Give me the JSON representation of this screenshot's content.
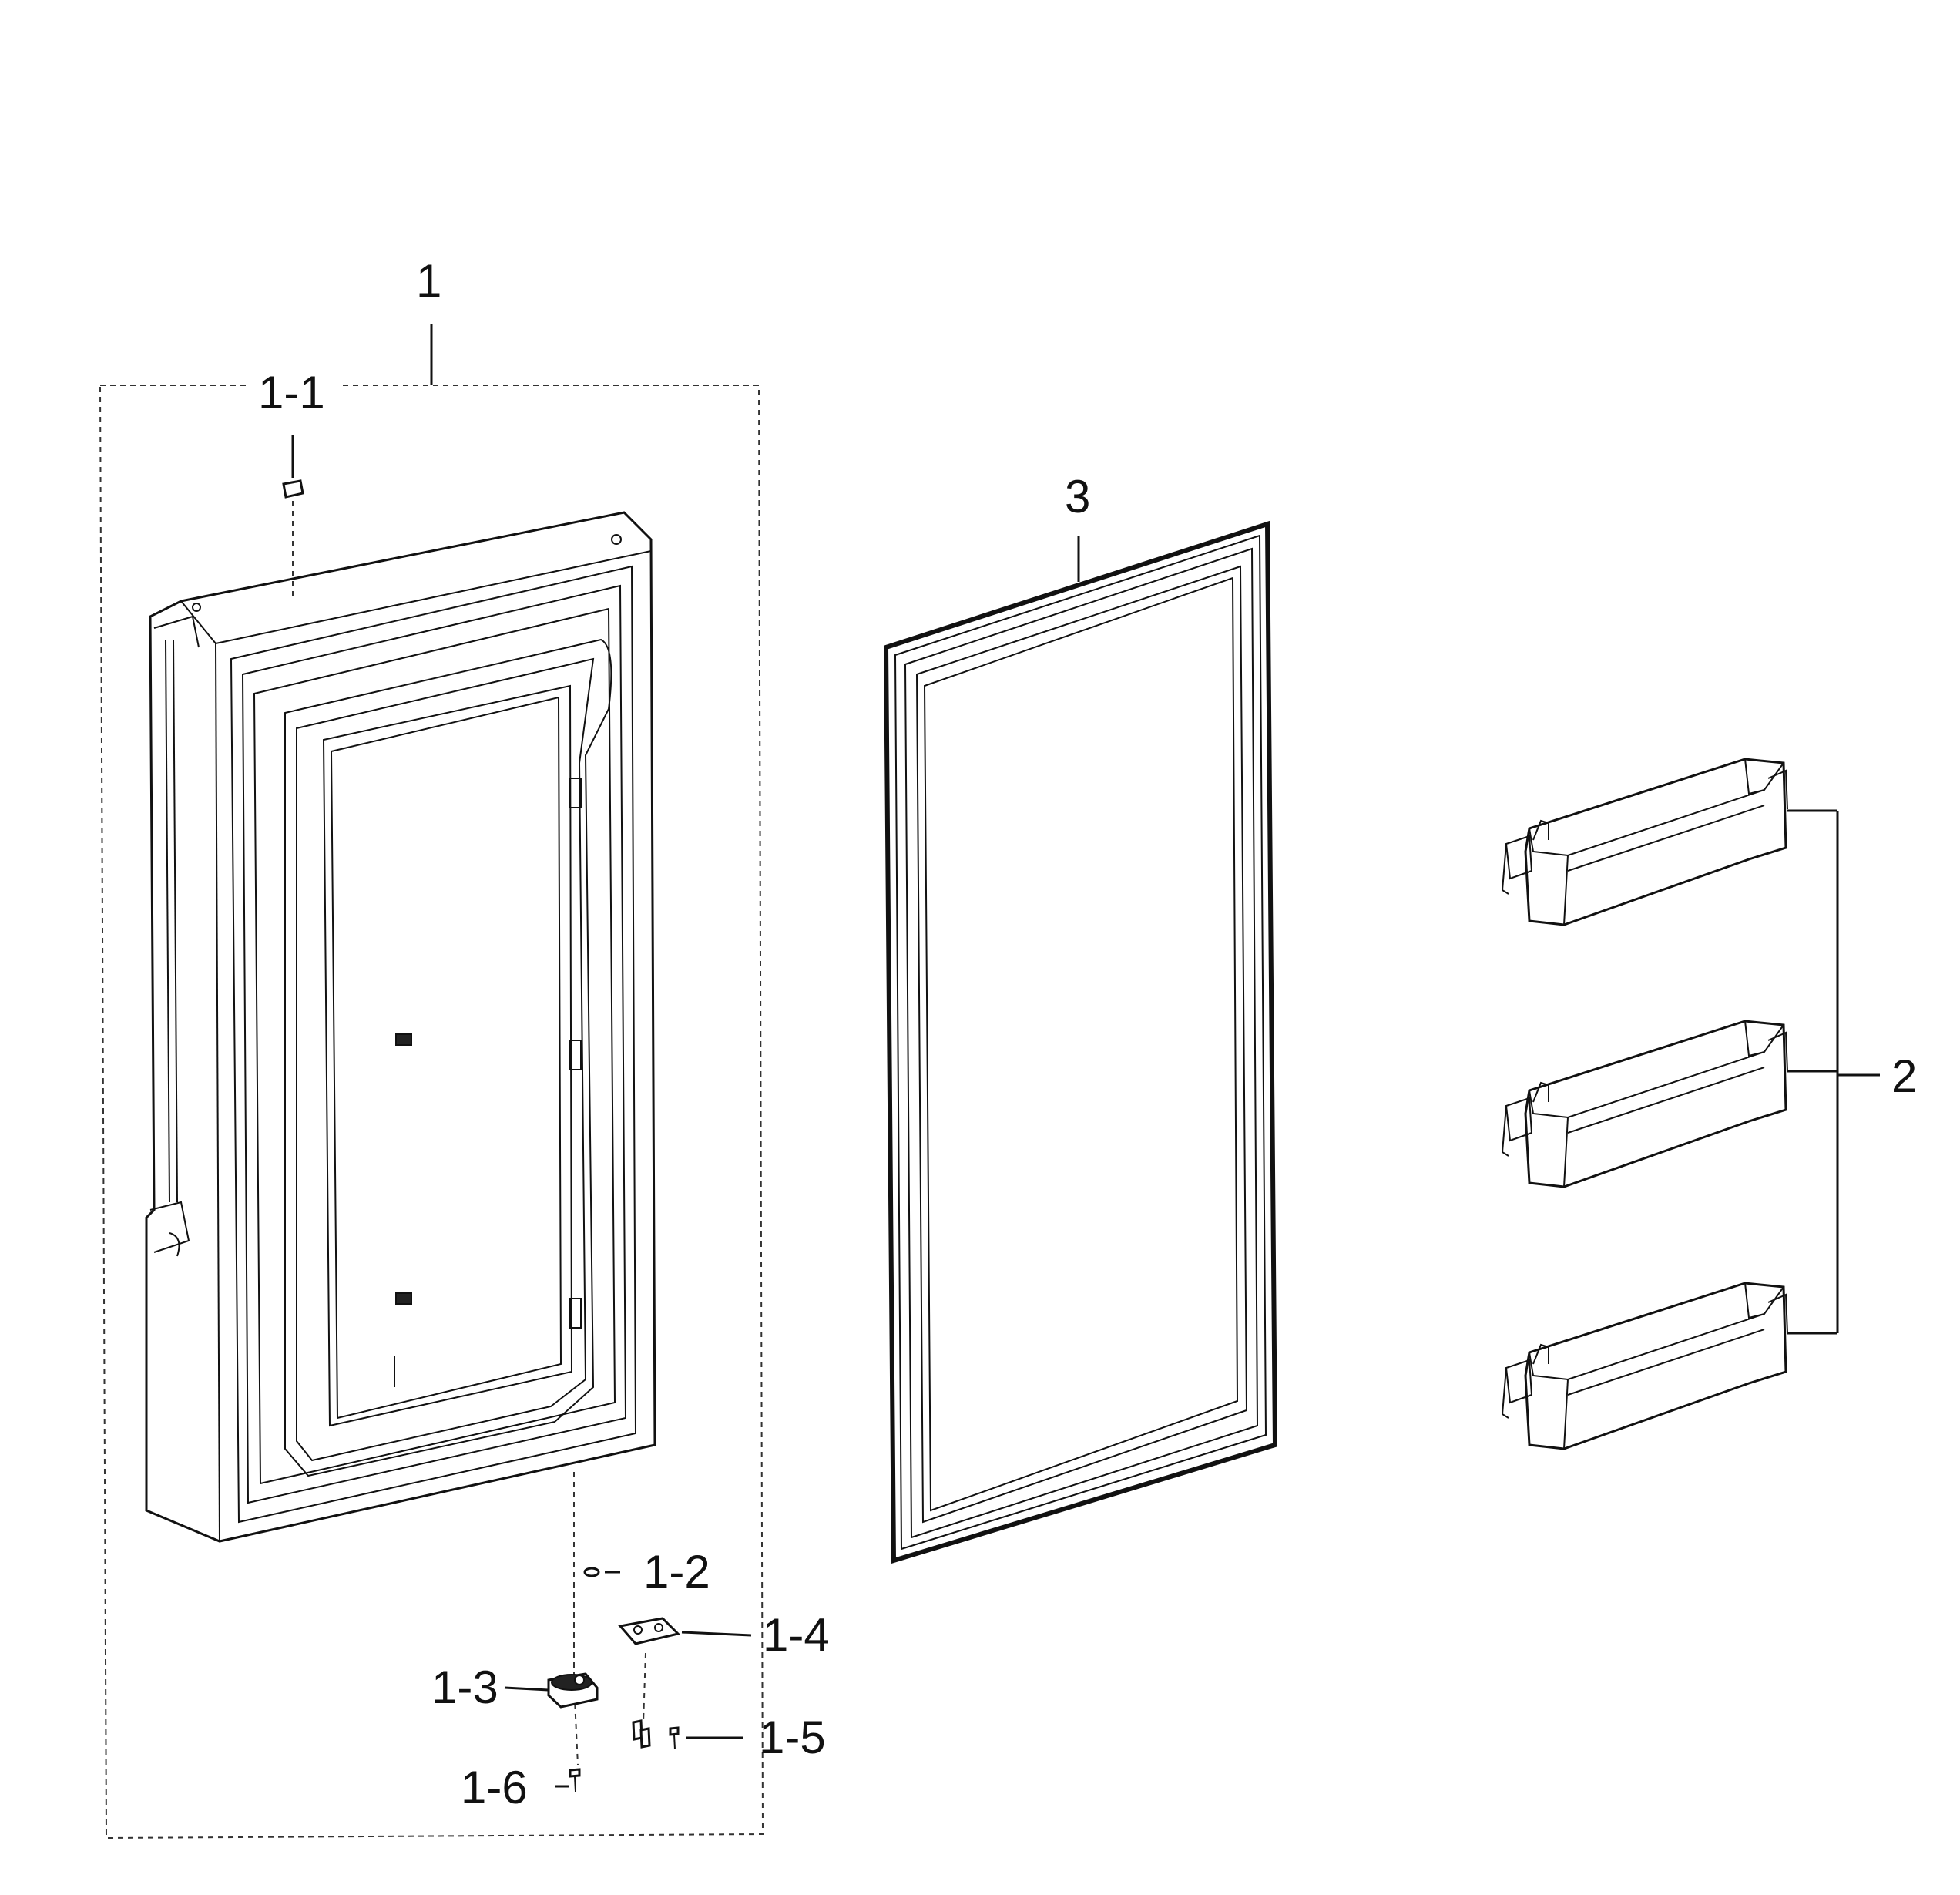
{
  "diagram": {
    "colors": {
      "ink": "#111111",
      "paper": "#ffffff"
    },
    "callouts": {
      "door_assembly": "1",
      "hinge_pin_top": "1-1",
      "washer": "1-2",
      "hinge_cam": "1-3",
      "hinge_bracket": "1-4",
      "screw_bracket": "1-5",
      "screw_cam": "1-6",
      "door_bins": "2",
      "gasket": "3"
    }
  }
}
